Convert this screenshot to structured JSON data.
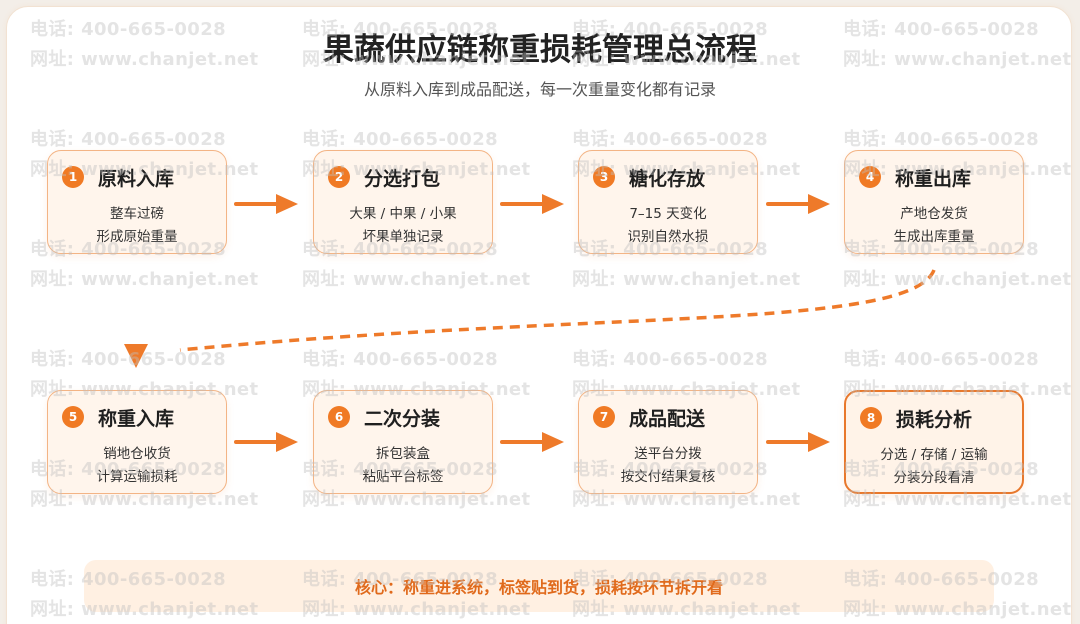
{
  "header": {
    "title": "果蔬供应链称重损耗管理总流程",
    "subtitle": "从原料入库到成品配送，每一次重量变化都有记录"
  },
  "steps": [
    {
      "num": "1",
      "title": "原料入库",
      "desc": [
        "整车过磅",
        "形成原始重量"
      ]
    },
    {
      "num": "2",
      "title": "分选打包",
      "desc": [
        "大果 / 中果 / 小果",
        "坏果单独记录"
      ]
    },
    {
      "num": "3",
      "title": "糖化存放",
      "desc": [
        "7–15 天变化",
        "识别自然水损"
      ]
    },
    {
      "num": "4",
      "title": "称重出库",
      "desc": [
        "产地仓发货",
        "生成出库重量"
      ]
    },
    {
      "num": "5",
      "title": "称重入库",
      "desc": [
        "销地仓收货",
        "计算运输损耗"
      ]
    },
    {
      "num": "6",
      "title": "二次分装",
      "desc": [
        "拆包装盒",
        "粘贴平台标签"
      ]
    },
    {
      "num": "7",
      "title": "成品配送",
      "desc": [
        "送平台分拨",
        "按交付结果复核"
      ]
    },
    {
      "num": "8",
      "title": "损耗分析",
      "desc": [
        "分选 / 存储 / 运输",
        "分装分段看清"
      ]
    }
  ],
  "footer": {
    "summary": "核心：称重进系统，标签贴到货，损耗按环节拆开看"
  },
  "watermark": {
    "line1": "电话: 400-665-0028",
    "line2": "网址: www.chanjet.net"
  },
  "colors": {
    "accent": "#f07a24",
    "card_bg": "#fff5ec",
    "card_border": "#f3b485",
    "banner_bg": "#fff0e2",
    "banner_text": "#e06a1c"
  }
}
